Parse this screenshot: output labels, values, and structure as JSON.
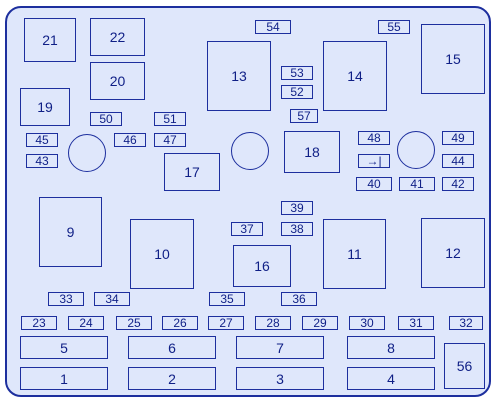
{
  "colors": {
    "line": "#1d2f9e",
    "fill": "#dfe7fb",
    "text": "#0f1f86"
  },
  "large": {
    "f1": "1",
    "f2": "2",
    "f3": "3",
    "f4": "4",
    "f5": "5",
    "f6": "6",
    "f7": "7",
    "f8": "8",
    "f9": "9",
    "f10": "10",
    "f11": "11",
    "f12": "12",
    "f13": "13",
    "f14": "14",
    "f15": "15",
    "f16": "16",
    "f17": "17",
    "f18": "18",
    "f19": "19",
    "f20": "20",
    "f21": "21",
    "f22": "22",
    "f56": "56"
  },
  "small": {
    "f23": "23",
    "f24": "24",
    "f25": "25",
    "f26": "26",
    "f27": "27",
    "f28": "28",
    "f29": "29",
    "f30": "30",
    "f31": "31",
    "f32": "32",
    "f33": "33",
    "f34": "34",
    "f35": "35",
    "f36": "36",
    "f37": "37",
    "f38": "38",
    "f39": "39",
    "f40": "40",
    "f41": "41",
    "f42": "42",
    "f43": "43",
    "f44": "44",
    "f45": "45",
    "f46": "46",
    "f47": "47",
    "f48": "48",
    "f49": "49",
    "f50": "50",
    "f51": "51",
    "f52": "52",
    "f53": "53",
    "f54": "54",
    "f55": "55",
    "f57": "57"
  },
  "diode_symbol": "→|"
}
